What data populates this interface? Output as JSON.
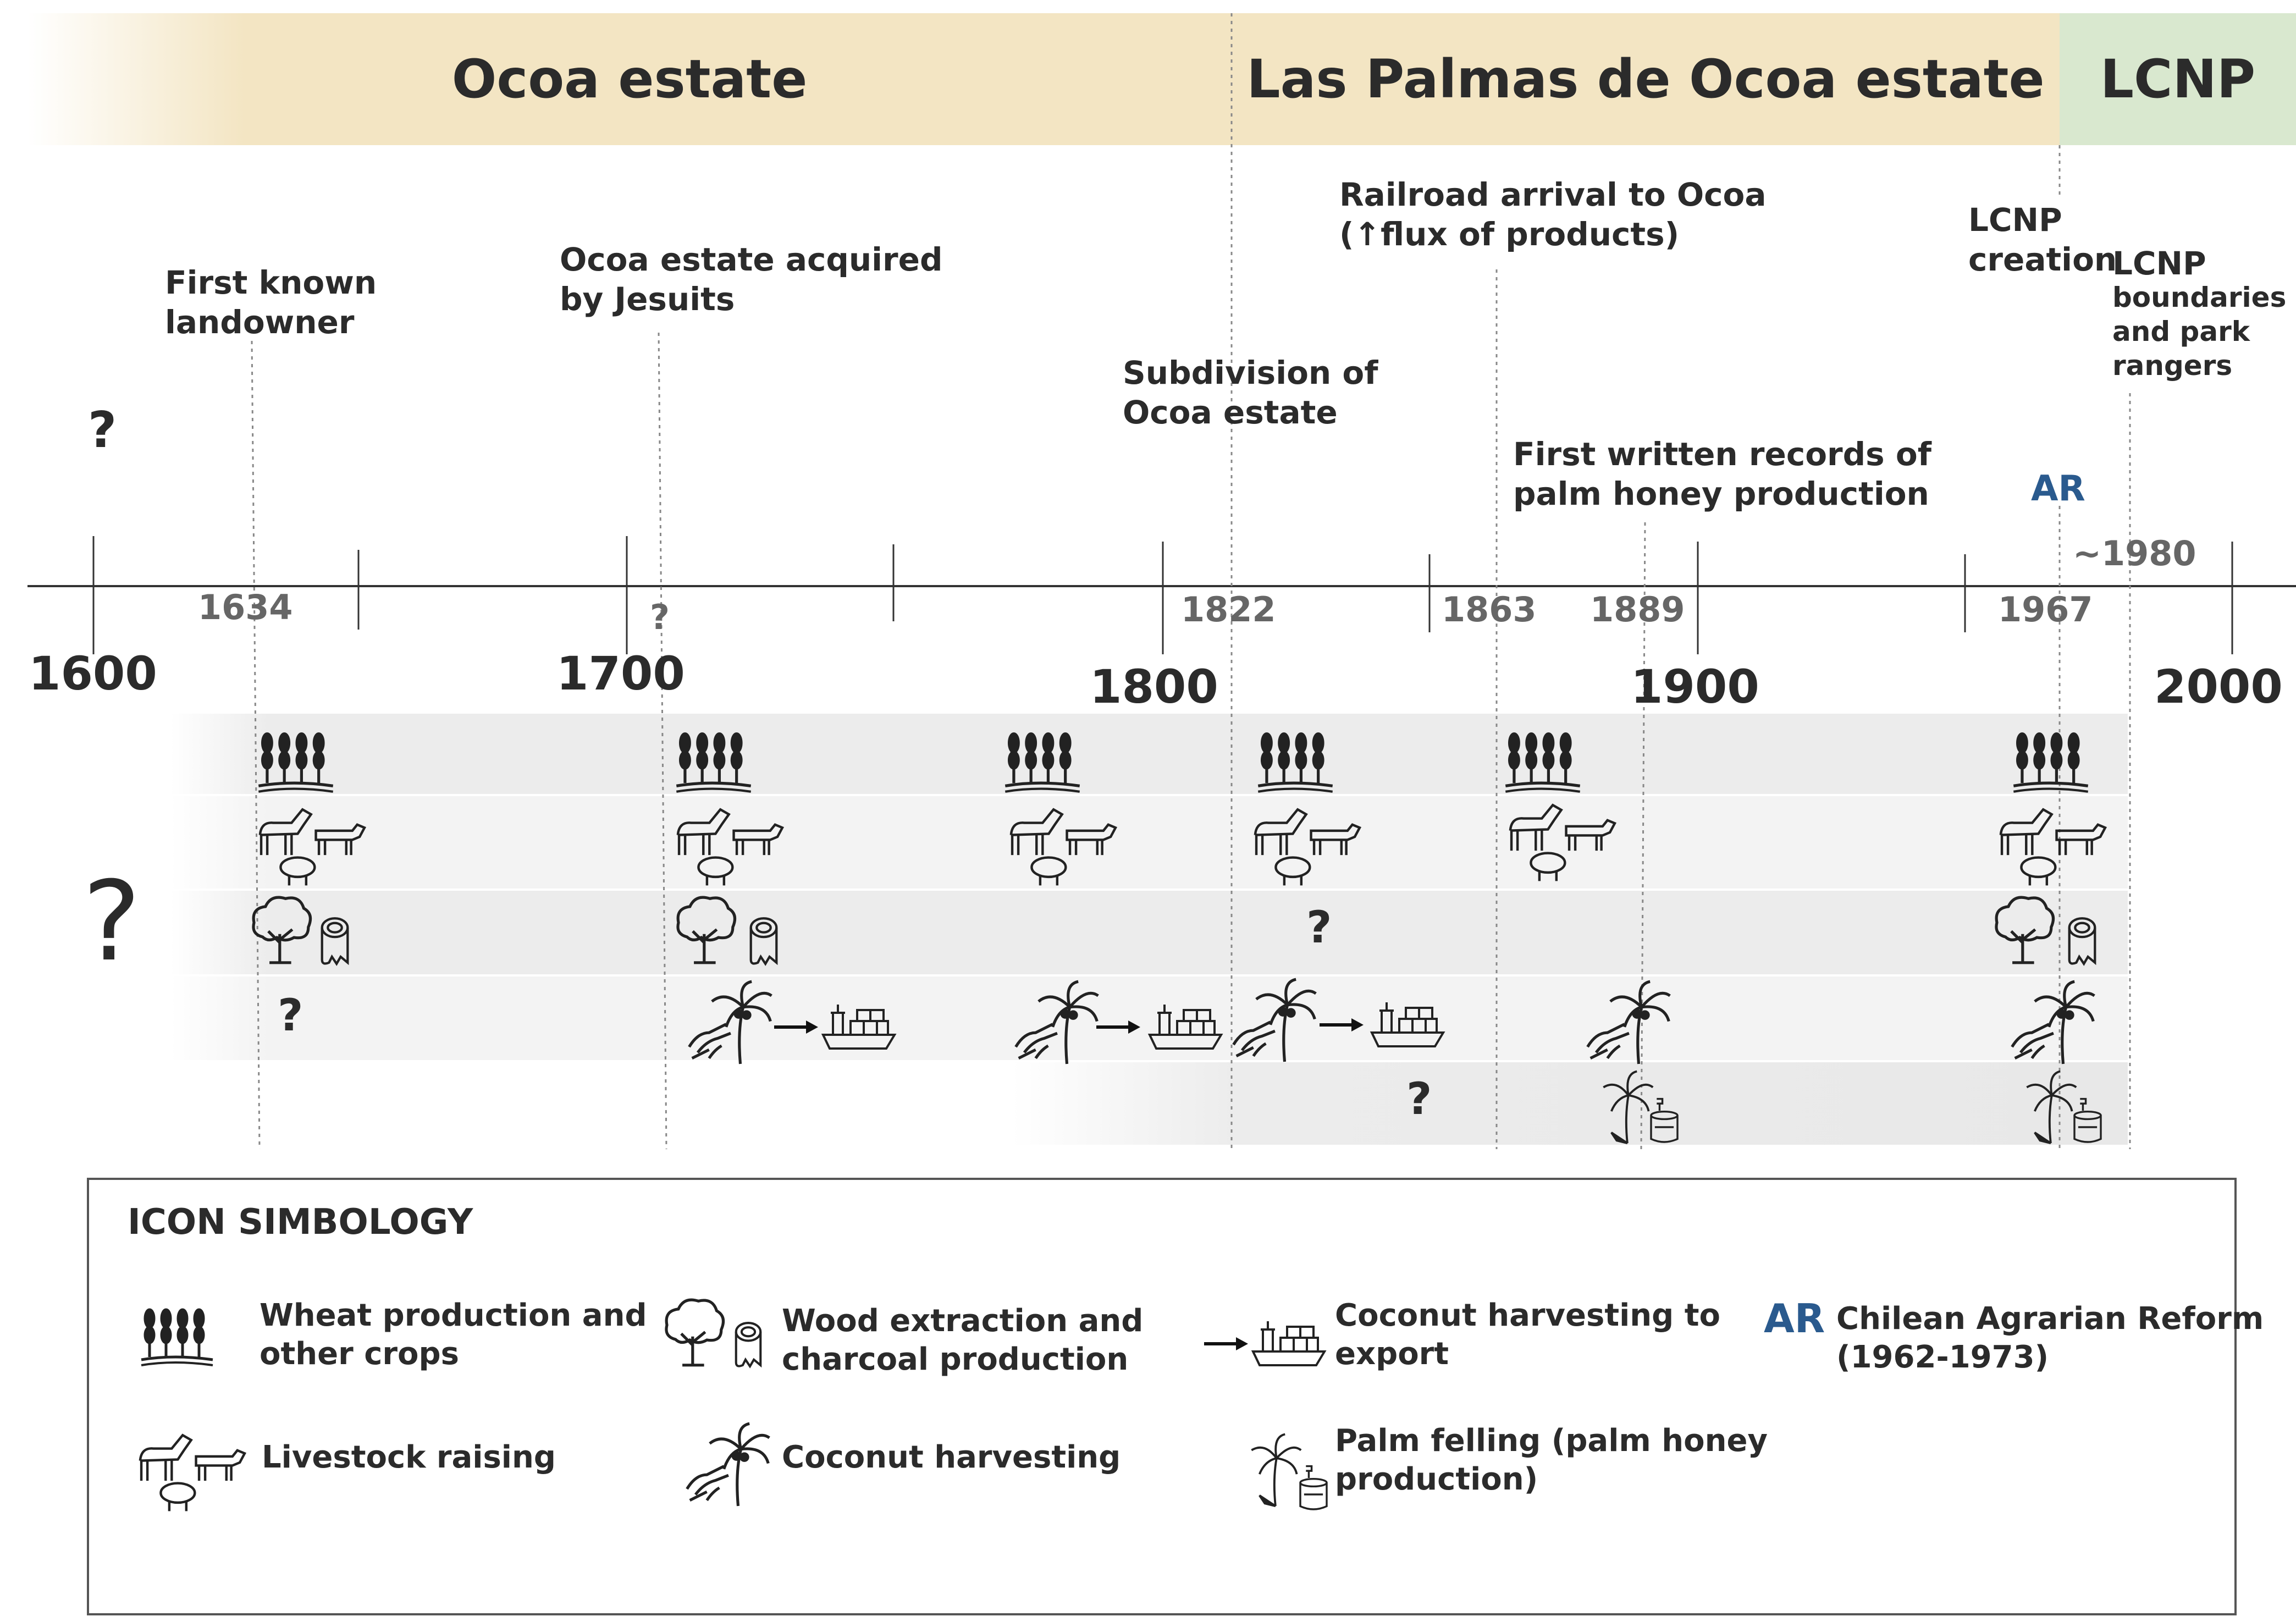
{
  "bands": [
    {
      "label": "Ocoa estate",
      "color": "#f3e5c3"
    },
    {
      "label": "Las Palmas de Ocoa estate",
      "color": "#f3e5c3"
    },
    {
      "label": "LCNP",
      "color": "#d9e8cf"
    }
  ],
  "events": {
    "unknown": "?",
    "first_landowner": [
      "First known",
      "landowner"
    ],
    "jesuits": [
      "Ocoa estate acquired",
      "by Jesuits"
    ],
    "subdivision": [
      "Subdivision of",
      "Ocoa estate"
    ],
    "railroad": [
      "Railroad arrival to Ocoa",
      "(↑flux of products)"
    ],
    "palm_honey_records": [
      "First written records of",
      "palm honey production"
    ],
    "lcnp_creation": [
      "LCNP",
      "creation"
    ],
    "lcnp_boundaries": [
      "LCNP",
      "boundaries",
      "and park",
      "rangers"
    ],
    "agrarian_reform_marker": "AR"
  },
  "timeline": {
    "centuries": [
      "1600",
      "1700",
      "1800",
      "1900",
      "2000"
    ],
    "event_years": [
      "1634",
      "?",
      "1822",
      "1863",
      "1889",
      "1967",
      "~1980"
    ]
  },
  "activity_rows": {
    "row_unknown": "?",
    "wood_unknown": "?",
    "coconut_unknown": "?",
    "palm_felling_unknown": "?"
  },
  "legend": {
    "title": "ICON SIMBOLOGY",
    "wheat": [
      "Wheat production and",
      "other crops"
    ],
    "livestock": "Livestock raising",
    "wood": [
      "Wood extraction and",
      "charcoal production"
    ],
    "coconut": "Coconut harvesting",
    "coconut_export": [
      "Coconut harvesting to",
      "export"
    ],
    "palm_felling": [
      "Palm felling (palm honey",
      "production)"
    ],
    "ar_symbol": "AR",
    "ar": [
      "Chilean Agrarian Reform",
      "(1962-1973)"
    ]
  },
  "colors": {
    "ar_blue": "#2a5a8e",
    "band_estate": "#f3e5c3",
    "band_lcnp": "#d9e8cf"
  },
  "icons": [
    "wheat-icon",
    "livestock-icon",
    "tree-icon",
    "charcoal-icon",
    "palm-hand-icon",
    "arrow-icon",
    "ship-icon",
    "palm-felling-icon",
    "honey-pot-icon"
  ]
}
